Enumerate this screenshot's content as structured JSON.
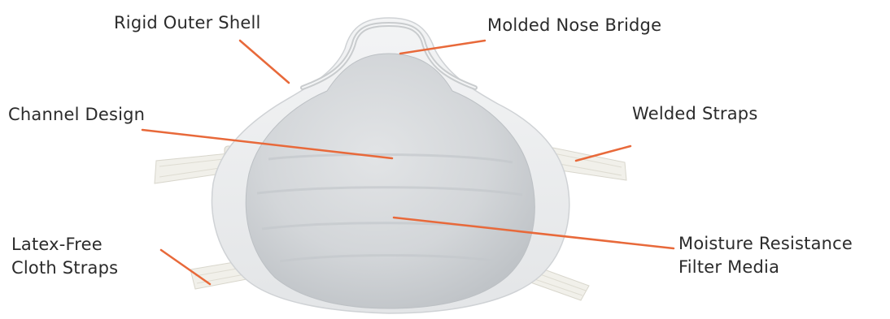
{
  "labels": {
    "outer_shell": "Rigid Outer Shell",
    "nose_bridge": "Molded Nose Bridge",
    "channel_design": "Channel Design",
    "welded_straps": "Welded Straps",
    "latex_free": {
      "line1": "Latex-Free",
      "line2": "Cloth Straps"
    },
    "filter_media": {
      "line1": "Moisture Resistance",
      "line2": "Filter Media"
    }
  },
  "colors": {
    "leader_line": "#e8693a",
    "text": "#2b2b2b",
    "mask_shell": "#e9ebed",
    "mask_cup": "#d2d5d8",
    "strap": "#f1f0ea",
    "nose_bridge": "#c9ccce"
  }
}
